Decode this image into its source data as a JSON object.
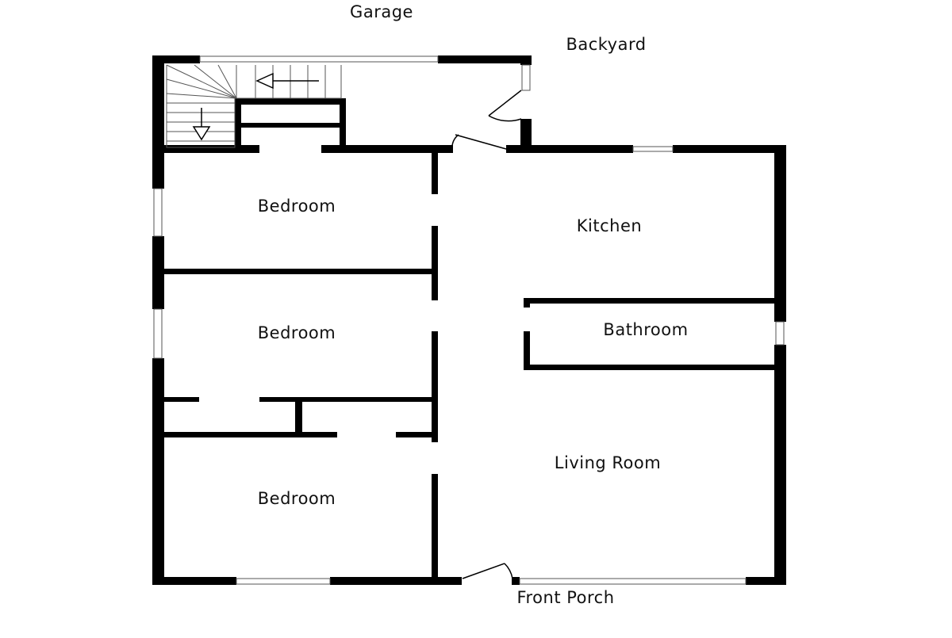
{
  "labels": {
    "garage": "Garage",
    "backyard": "Backyard",
    "bedroom_top": "Bedroom",
    "bedroom_middle": "Bedroom",
    "bedroom_bottom": "Bedroom",
    "kitchen": "Kitchen",
    "bathroom": "Bathroom",
    "living_room": "Living Room",
    "front_porch": "Front Porch"
  }
}
